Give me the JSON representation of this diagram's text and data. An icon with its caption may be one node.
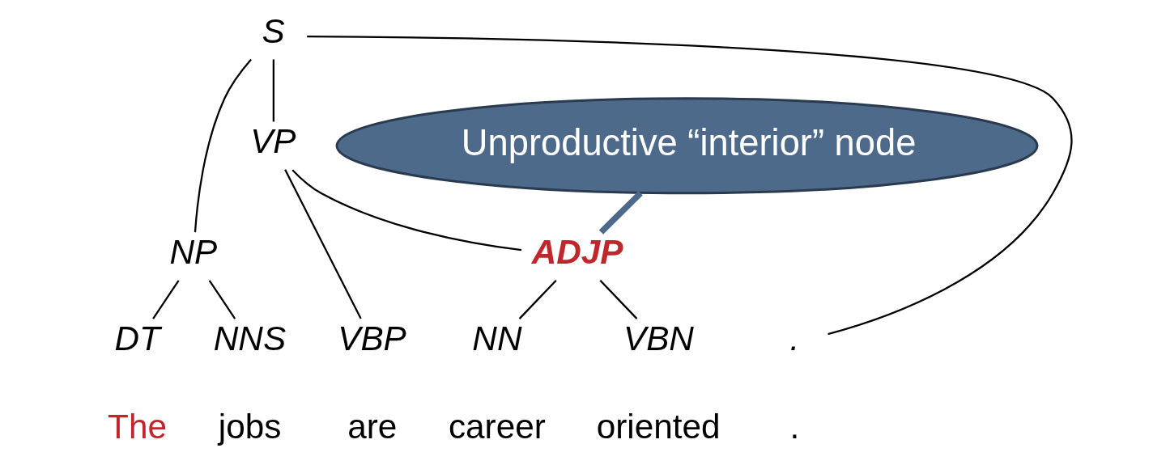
{
  "diagram": {
    "nodes": [
      {
        "text": [
          "S"
        ]
      },
      {
        "text": [
          "NP"
        ]
      },
      {
        "text": [
          "VP"
        ]
      },
      {
        "text": [
          "ADJP"
        ]
      },
      {
        "text": [
          "DT"
        ]
      },
      {
        "text": [
          "NNS"
        ]
      },
      {
        "text": [
          "VBP"
        ]
      },
      {
        "text": [
          "NN"
        ]
      },
      {
        "text": [
          "VBN"
        ]
      },
      {
        "text": [
          "."
        ]
      },
      {
        "text": [
          "Unproductive “interior” node"
        ]
      }
    ],
    "edges": [
      {
        "from": 0,
        "to": 1,
        "arrow": "none"
      },
      {
        "from": 0,
        "to": 2,
        "arrow": "none"
      },
      {
        "from": 0,
        "to": 9,
        "arrow": "none"
      },
      {
        "from": 1,
        "to": 4,
        "arrow": "none"
      },
      {
        "from": 1,
        "to": 5,
        "arrow": "none"
      },
      {
        "from": 2,
        "to": 6,
        "arrow": "none"
      },
      {
        "from": 2,
        "to": 3,
        "arrow": "none"
      },
      {
        "from": 3,
        "to": 7,
        "arrow": "none"
      },
      {
        "from": 3,
        "to": 8,
        "arrow": "none"
      },
      {
        "from": 10,
        "to": 3,
        "arrow": "none",
        "style": "thick",
        "color": "#4e6a8a"
      }
    ],
    "labels": [
      "The",
      "jobs",
      "are",
      "career",
      "oriented",
      "."
    ]
  }
}
